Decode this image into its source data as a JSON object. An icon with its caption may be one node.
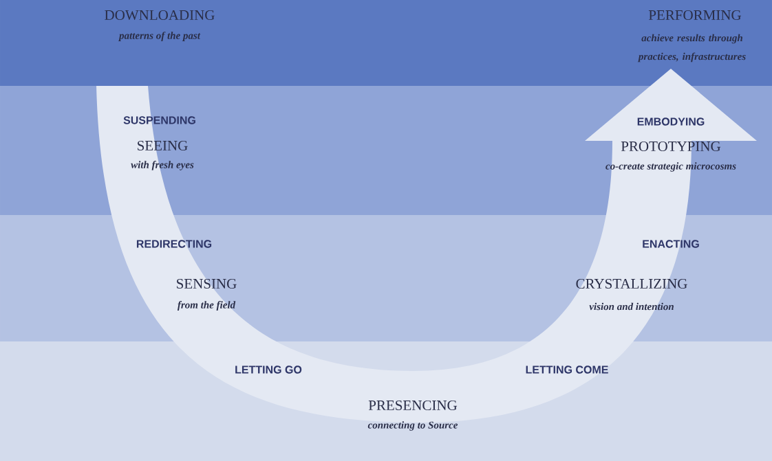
{
  "diagram": {
    "labels": [
      "DOWNLOADING",
      "patterns of the past",
      "PERFORMING",
      "achieve results through practices, infrastructures",
      "SUSPENDING",
      "EMBODYING",
      "SEEING",
      "with fresh eyes",
      "PROTOTYPING",
      "co-create strategic microcosms",
      "REDIRECTING",
      "ENACTING",
      "SENSING",
      "from the field",
      "CRYSTALLIZING",
      "vision and intention",
      "LETTING GO",
      "LETTING COME",
      "PRESENCING",
      "connecting to Source"
    ]
  }
}
